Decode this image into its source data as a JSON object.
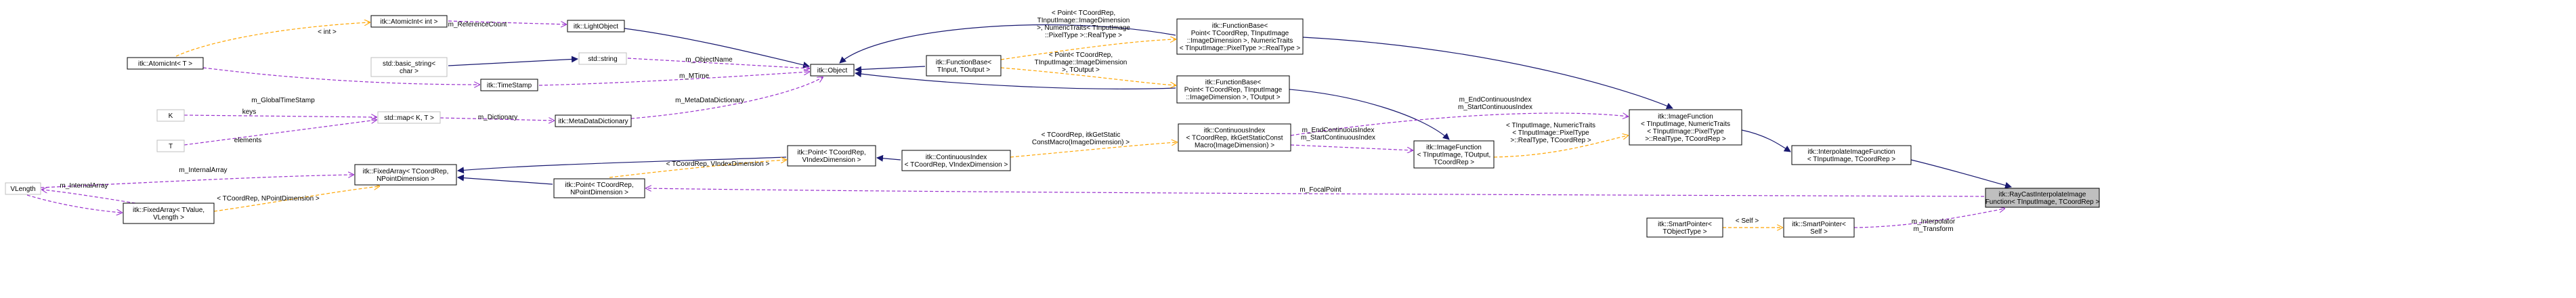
{
  "colors": {
    "inherit": "#191970",
    "usage": "#9a32cd",
    "template": "#ffa500",
    "highlight": "#bfbfbf"
  },
  "nodes": [
    {
      "id": "atomicint_int",
      "lines": [
        "itk::AtomicInt< int >"
      ]
    },
    {
      "id": "lightobject",
      "lines": [
        "itk::LightObject"
      ]
    },
    {
      "id": "atomicint_t",
      "lines": [
        "itk::AtomicInt< T >"
      ]
    },
    {
      "id": "basic_string",
      "lines": [
        "std::basic_string<",
        "char >"
      ]
    },
    {
      "id": "std_string",
      "lines": [
        "std::string"
      ]
    },
    {
      "id": "timestamp",
      "lines": [
        "itk::TimeStamp"
      ]
    },
    {
      "id": "object",
      "lines": [
        "itk::Object"
      ]
    },
    {
      "id": "funcbase_tinput",
      "lines": [
        "itk::FunctionBase<",
        "TInput, TOutput >"
      ]
    },
    {
      "id": "funcbase_point_numtraits",
      "lines": [
        "itk::FunctionBase<",
        "Point< TCoordRep, TInputImage",
        "::ImageDimension >, NumericTraits",
        "< TInputImage::PixelType >::RealType >"
      ]
    },
    {
      "id": "funcbase_point_toutput",
      "lines": [
        "itk::FunctionBase<",
        "Point< TCoordRep, TInputImage",
        "::ImageDimension >, TOutput >"
      ]
    },
    {
      "id": "metadatadictionary",
      "lines": [
        "itk::MetaDataDictionary"
      ]
    },
    {
      "id": "k",
      "lines": [
        "K"
      ]
    },
    {
      "id": "std_map",
      "lines": [
        "std::map< K, T >"
      ]
    },
    {
      "id": "t",
      "lines": [
        "T"
      ]
    },
    {
      "id": "continuousindex_tmpl",
      "lines": [
        "itk::ContinuousIndex",
        "< TCoordRep, itkGetStaticConst",
        "Macro(ImageDimension) >"
      ]
    },
    {
      "id": "point_vindex",
      "lines": [
        "itk::Point< TCoordRep,",
        "VIndexDimension >"
      ]
    },
    {
      "id": "continuousindex_v",
      "lines": [
        "itk::ContinuousIndex",
        "< TCoordRep, VIndexDimension >"
      ]
    },
    {
      "id": "imagefunction_toutput",
      "lines": [
        "itk::ImageFunction",
        "< TInputImage, TOutput,",
        "TCoordRep >"
      ]
    },
    {
      "id": "imagefunction_numtraits",
      "lines": [
        "itk::ImageFunction",
        "< TInputImage, NumericTraits",
        "< TInputImage::PixelType",
        ">::RealType, TCoordRep >"
      ]
    },
    {
      "id": "interpolateimagefunction",
      "lines": [
        "itk::InterpolateImageFunction",
        "< TInputImage, TCoordRep >"
      ]
    },
    {
      "id": "fixedarray_npoint",
      "lines": [
        "itk::FixedArray< TCoordRep,",
        "NPointDimension >"
      ]
    },
    {
      "id": "vlength",
      "lines": [
        "VLength"
      ]
    },
    {
      "id": "point_npoint",
      "lines": [
        "itk::Point< TCoordRep,",
        "NPointDimension >"
      ]
    },
    {
      "id": "fixedarray_tvalue",
      "lines": [
        "itk::FixedArray< TValue,",
        "VLength >"
      ]
    },
    {
      "id": "raycast",
      "lines": [
        "itk::RayCastInterpolateImage",
        "Function< TInputImage, TCoordRep >"
      ]
    },
    {
      "id": "smartpointer_tobject",
      "lines": [
        "itk::SmartPointer<",
        "TObjectType >"
      ]
    },
    {
      "id": "smartpointer_self",
      "lines": [
        "itk::SmartPointer<",
        "Self >"
      ]
    }
  ],
  "edge_labels": [
    {
      "id": "lbl_int",
      "lines": [
        "< int >"
      ]
    },
    {
      "id": "lbl_refcount",
      "lines": [
        "m_ReferenceCount"
      ]
    },
    {
      "id": "lbl_globaltimestamp",
      "lines": [
        "m_GlobalTimeStamp"
      ]
    },
    {
      "id": "lbl_objectname",
      "lines": [
        "m_ObjectName"
      ]
    },
    {
      "id": "lbl_mtime",
      "lines": [
        "m_MTime"
      ]
    },
    {
      "id": "lbl_tmpl_point_numtraits",
      "lines": [
        "< Point< TCoordRep,",
        "TInputImage::ImageDimension",
        ">, NumericTraits< TInputImage",
        "::PixelType >::RealType >"
      ]
    },
    {
      "id": "lbl_tmpl_point_toutput",
      "lines": [
        "< Point< TCoordRep,",
        "TInputImage::ImageDimension",
        ">, TOutput >"
      ]
    },
    {
      "id": "lbl_metadatadictionary",
      "lines": [
        "m_MetaDataDictionary"
      ]
    },
    {
      "id": "lbl_keys",
      "lines": [
        "keys"
      ]
    },
    {
      "id": "lbl_dictionary",
      "lines": [
        "m_Dictionary"
      ]
    },
    {
      "id": "lbl_elements",
      "lines": [
        "elements"
      ]
    },
    {
      "id": "lbl_endcontinuous_top",
      "lines": [
        "m_EndContinuousIndex",
        "m_StartContinuousIndex"
      ]
    },
    {
      "id": "lbl_tmpl_numtraits",
      "lines": [
        "< TInputImage, NumericTraits",
        "< TInputImage::PixelType",
        ">::RealType, TCoordRep >"
      ]
    },
    {
      "id": "lbl_endcontinuous_mid",
      "lines": [
        "m_EndContinuousIndex",
        "m_StartContinuousIndex"
      ]
    },
    {
      "id": "lbl_tmpl_getstatic",
      "lines": [
        "< TCoordRep, itkGetStatic",
        "ConstMacro(ImageDimension) >"
      ]
    },
    {
      "id": "lbl_tmpl_vindex",
      "lines": [
        "< TCoordRep, VIndexDimension >"
      ]
    },
    {
      "id": "lbl_internalarray_top",
      "lines": [
        "m_InternalArray"
      ]
    },
    {
      "id": "lbl_internalarray_left",
      "lines": [
        "m_InternalArray"
      ]
    },
    {
      "id": "lbl_tmpl_npoint",
      "lines": [
        "< TCoordRep, NPointDimension >"
      ]
    },
    {
      "id": "lbl_focalpoint",
      "lines": [
        "m_FocalPoint"
      ]
    },
    {
      "id": "lbl_self",
      "lines": [
        "< Self >"
      ]
    },
    {
      "id": "lbl_interpolator",
      "lines": [
        "m_Interpolator",
        "m_Transform"
      ]
    }
  ]
}
